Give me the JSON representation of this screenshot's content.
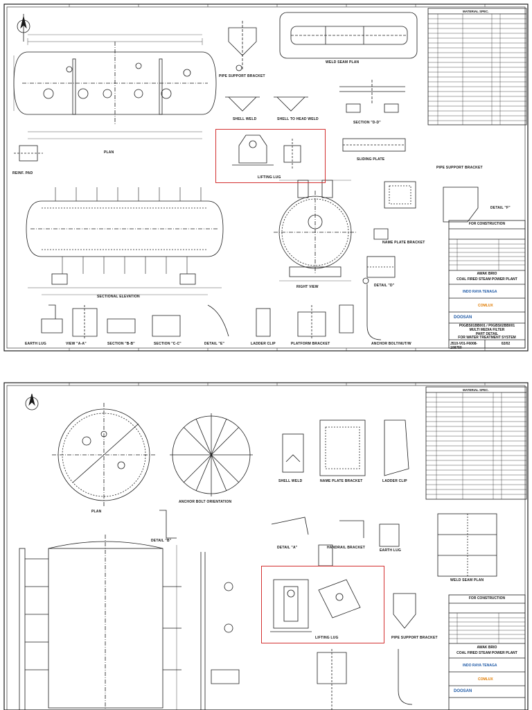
{
  "sheets": [
    {
      "labels": {
        "plan": "PLAN",
        "weld_seam_plan": "WELD SEAM PLAN",
        "pipe_support_bracket": "PIPE SUPPORT BRACKET",
        "pipe_support_bracket_2": "PIPE SUPPORT BRACKET",
        "shell_weld": "SHELL WELD",
        "shell_to_head_weld": "SHELL TO HEAD WELD",
        "section_dd": "SECTION \"D-D\"",
        "reinf_pad": "REINF. PAD",
        "lifting_lug": "LIFTING LUG",
        "sliding_plate": "SLIDING PLATE",
        "detail_f": "DETAIL \"F\"",
        "name_plate_bracket": "NAME PLATE BRACKET",
        "sectional_elevation": "SECTIONAL ELEVATION",
        "right_view": "RIGHT VIEW",
        "detail_d": "DETAIL \"D\"",
        "earth_lug": "EARTH LUG",
        "view_aa": "VIEW \"A-A\"",
        "section_bb": "SECTION \"B-B\"",
        "section_cc": "SECTION \"C-C\"",
        "detail_e": "DETAIL \"E\"",
        "ladder_clip": "LADDER CLIP",
        "platform_bracket": "PLATFORM BRACKET",
        "anchor_bolt": "ANCHOR BOLT/NUT/W"
      },
      "material_spec_title": "MATERIAL SPEC.",
      "for_construction": "FOR CONSTRUCTION",
      "title_block": {
        "project_1": "AWAK BRIO",
        "project_2": "COAL FIRED STEAM POWER PLANT",
        "tag": "P0GBS01BB001 / P0GBS02BB001",
        "name_1": "MULTI MEDIA FILTER",
        "name_2": "PART DETAIL",
        "name_3": "FOR WATER TREATMENT SYSTEM",
        "doc_no": "J510-V01-F6008-108750",
        "sheet": "02/02"
      },
      "logos": {
        "a": "INDO RAYA TENAGA",
        "b": "COMLUX",
        "c": "DOOSAN"
      }
    },
    {
      "labels": {
        "plan": "PLAN",
        "anchor_bolt_orientation": "ANCHOR BOLT ORIENTATION",
        "shell_weld": "SHELL WELD",
        "name_plate_bracket": "NAME PLATE BRACKET",
        "ladder_clip": "LADDER CLIP",
        "detail_b": "DETAIL \"B\"",
        "detail_a": "DETAIL \"A\"",
        "handrail_bracket": "HANDRAIL BRACKET",
        "earth_lug": "EARTH LUG",
        "weld_seam_plan": "WELD SEAM PLAN",
        "lifting_lug": "LIFTING LUG",
        "pipe_support_bracket": "PIPE SUPPORT BRACKET"
      },
      "material_spec_title": "MATERIAL SPEC.",
      "for_construction": "FOR CONSTRUCTION",
      "title_block": {
        "project_1": "AWAK BRIO",
        "project_2": "COAL FIRED STEAM POWER PLANT"
      },
      "logos": {
        "a": "INDO RAYA TENAGA",
        "b": "COMLUX",
        "c": "DOOSAN"
      }
    }
  ],
  "colors": {
    "ink": "#1a1a1a",
    "highlight": "#d32f2f",
    "logo_blue": "#1f5aa6",
    "logo_orange": "#e07b00"
  }
}
